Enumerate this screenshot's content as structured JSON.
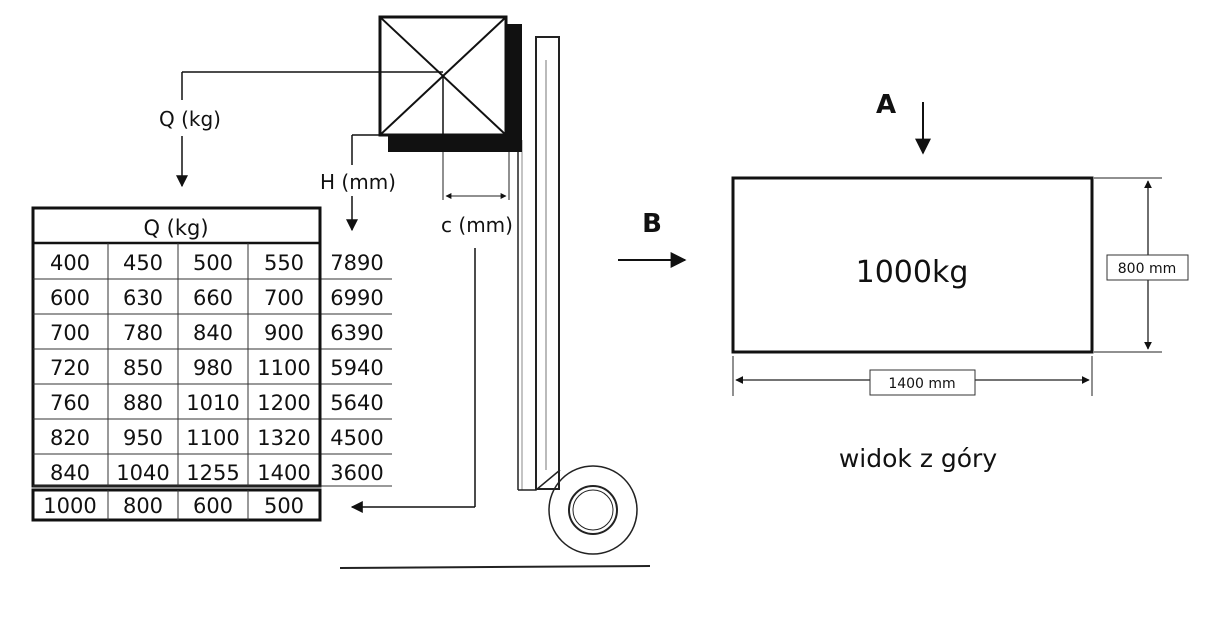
{
  "load_chart": {
    "load_arrow_label": "Q (kg)",
    "height_arrow_label": "H (mm)",
    "center_label": "c (mm)",
    "table_header": "Q (kg)",
    "rows": [
      {
        "q": [
          "400",
          "450",
          "500",
          "550"
        ],
        "h": "7890"
      },
      {
        "q": [
          "600",
          "630",
          "660",
          "700"
        ],
        "h": "6990"
      },
      {
        "q": [
          "700",
          "780",
          "840",
          "900"
        ],
        "h": "6390"
      },
      {
        "q": [
          "720",
          "850",
          "980",
          "1100"
        ],
        "h": "5940"
      },
      {
        "q": [
          "760",
          "880",
          "1010",
          "1200"
        ],
        "h": "5640"
      },
      {
        "q": [
          "820",
          "950",
          "1100",
          "1320"
        ],
        "h": "4500"
      },
      {
        "q": [
          "840",
          "1040",
          "1255",
          "1400"
        ],
        "h": "3600"
      }
    ],
    "c_values": [
      "1000",
      "800",
      "600",
      "500"
    ]
  },
  "top_view": {
    "view_a_label": "A",
    "view_b_label": "B",
    "load_label": "1000kg",
    "width_label": "800 mm",
    "length_label": "1400 mm",
    "caption": "widok z góry"
  }
}
